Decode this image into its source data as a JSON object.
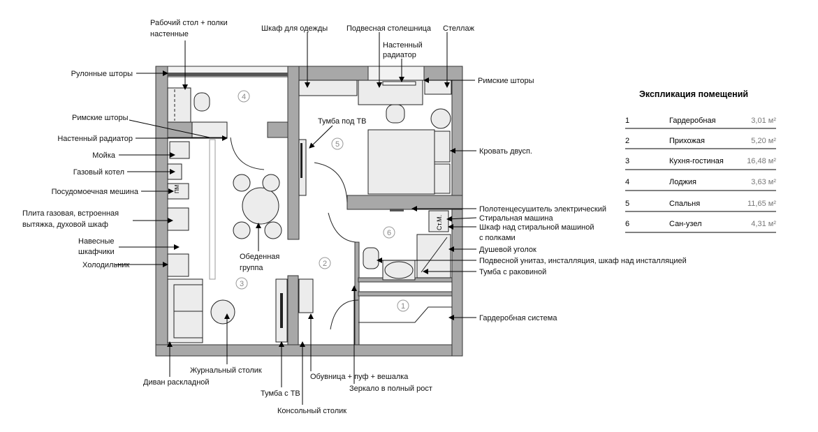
{
  "plan": {
    "rooms": [
      "1",
      "2",
      "3",
      "4",
      "5",
      "6"
    ],
    "labels": {
      "desk_1": "Рабочий стол + полки",
      "desk_2": "настенные",
      "wardrobe": "Шкаф для одежды",
      "hanging_counter": "Подвесная столешница",
      "wall_radiator_right_1": "Настенный",
      "wall_radiator_right_2": "радиатор",
      "rack": "Стеллаж",
      "roman_blinds_right": "Римские шторы",
      "roller_blinds": "Рулонные шторы",
      "roman_blinds_left": "Римские шторы",
      "wall_radiator_left": "Настенный радиатор",
      "sink": "Мойка",
      "gas_boiler": "Газовый котел",
      "dishwasher": "Посудомоечная мешина",
      "stove_1": "Плита газовая, встроенная",
      "stove_2": "вытяжка, духовой шкаф",
      "wall_cabinets_1": "Навесные",
      "wall_cabinets_2": "шкафчики",
      "fridge": "Холодильник",
      "dining_1": "Обеденная",
      "dining_2": "группа",
      "tv_stand_bedroom": "Тумба под ТВ",
      "double_bed": "Кровать двусп.",
      "towel_dryer": "Полотенцесушитель электрический",
      "washer": "Стиральная машина",
      "washer_cabinet_1": "Шкаф над стиральной машиной",
      "washer_cabinet_2": "с полками",
      "shower": "Душевой уголок",
      "toilet": "Подвесной унитаз, инсталляция, шкаф над инсталляцией",
      "vanity": "Тумба с раковиной",
      "closet_system": "Гардеробная система",
      "sofa": "Диван раскладной",
      "coffee_table": "Журнальный столик",
      "tv_stand": "Тумба с ТВ",
      "console": "Консольный столик",
      "shoe_rack": "Обувница + пуф + вешалка",
      "mirror": "Зеркало в полный рост",
      "washer_mark": "Ст.М.",
      "dishwasher_mark": "ПМ"
    }
  },
  "explication": {
    "title": "Экспликация помещений",
    "unit": "м²",
    "rows": [
      {
        "n": "1",
        "name": "Гардеробная",
        "area": "3,01 м²"
      },
      {
        "n": "2",
        "name": "Прихожая",
        "area": "5,20 м²"
      },
      {
        "n": "3",
        "name": "Кухня-гостиная",
        "area": "16,48 м²"
      },
      {
        "n": "4",
        "name": "Лоджия",
        "area": "3,63 м²"
      },
      {
        "n": "5",
        "name": "Спальня",
        "area": "11,65 м²"
      },
      {
        "n": "6",
        "name": "Сан-узел",
        "area": "4,31 м²"
      }
    ]
  }
}
